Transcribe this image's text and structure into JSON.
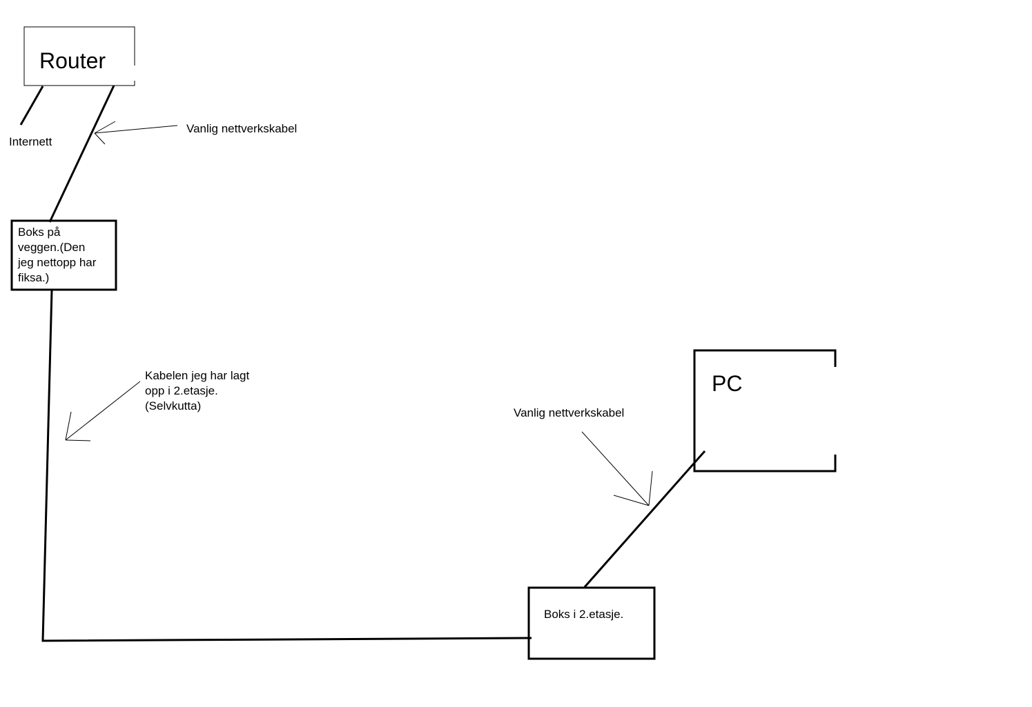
{
  "nodes": {
    "router": "Router",
    "pc": "PC",
    "wall_box": [
      "Boks på",
      "veggen.(Den",
      "jeg nettopp har",
      "fiksa.)"
    ],
    "floor2_box": "Boks i 2.etasje."
  },
  "labels": {
    "internet": "Internett",
    "cable_top": "Vanlig nettverkskabel",
    "cable_long": [
      "Kabelen jeg har lagt",
      "opp i 2.etasje.",
      "(Selvkutta)"
    ],
    "cable_pc": "Vanlig nettverkskabel"
  }
}
